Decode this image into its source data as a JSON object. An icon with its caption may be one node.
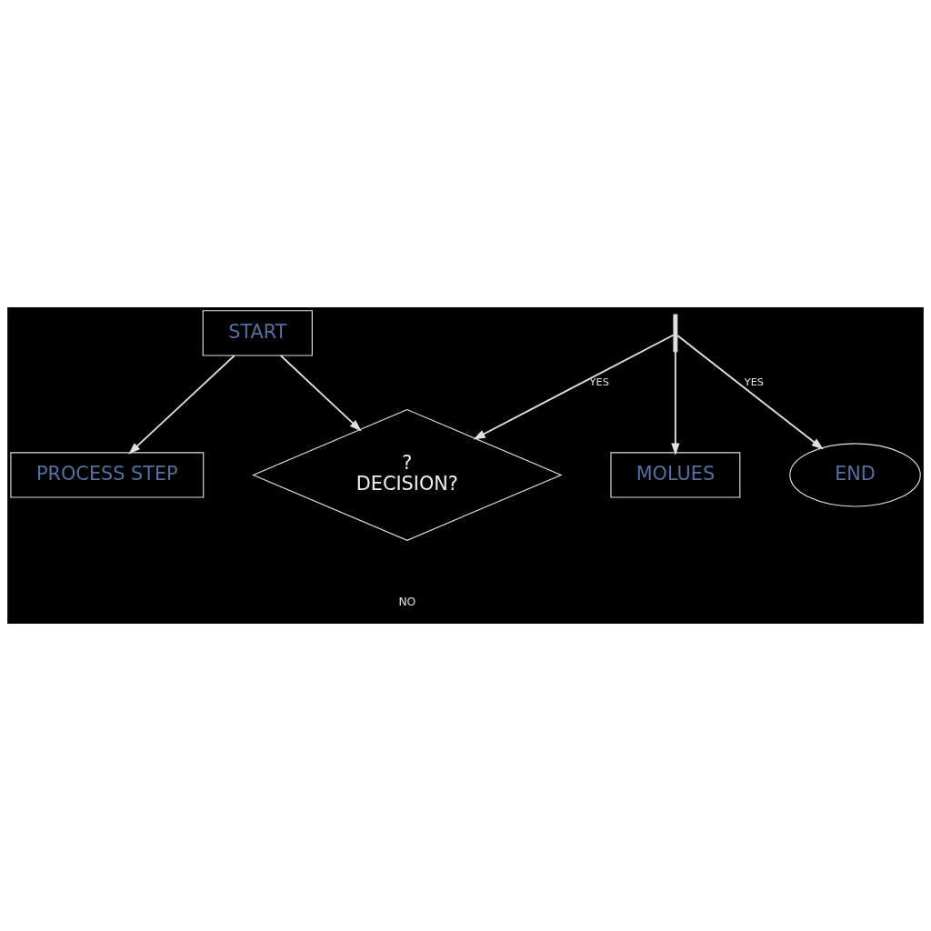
{
  "diagram": {
    "nodes": [
      {
        "text": [
          "START"
        ]
      },
      {
        "text": [
          "PROCESS STEP"
        ]
      },
      {
        "text": [
          "?",
          "DECISION?"
        ]
      },
      {
        "text": [
          "MOLUES"
        ]
      },
      {
        "text": [
          "END"
        ]
      },
      {
        "text": [],
        "shape": "bar"
      }
    ],
    "edges": [
      {
        "from": 0,
        "to": 1,
        "arrow": "to"
      },
      {
        "from": 0,
        "to": 2,
        "arrow": "to"
      },
      {
        "from": 5,
        "to": 2,
        "arrow": "to",
        "label": "YES"
      },
      {
        "from": 5,
        "to": 3,
        "arrow": "to"
      },
      {
        "from": 5,
        "to": 4,
        "arrow": "to",
        "label": "YES"
      }
    ],
    "labels": [
      "NO"
    ]
  }
}
